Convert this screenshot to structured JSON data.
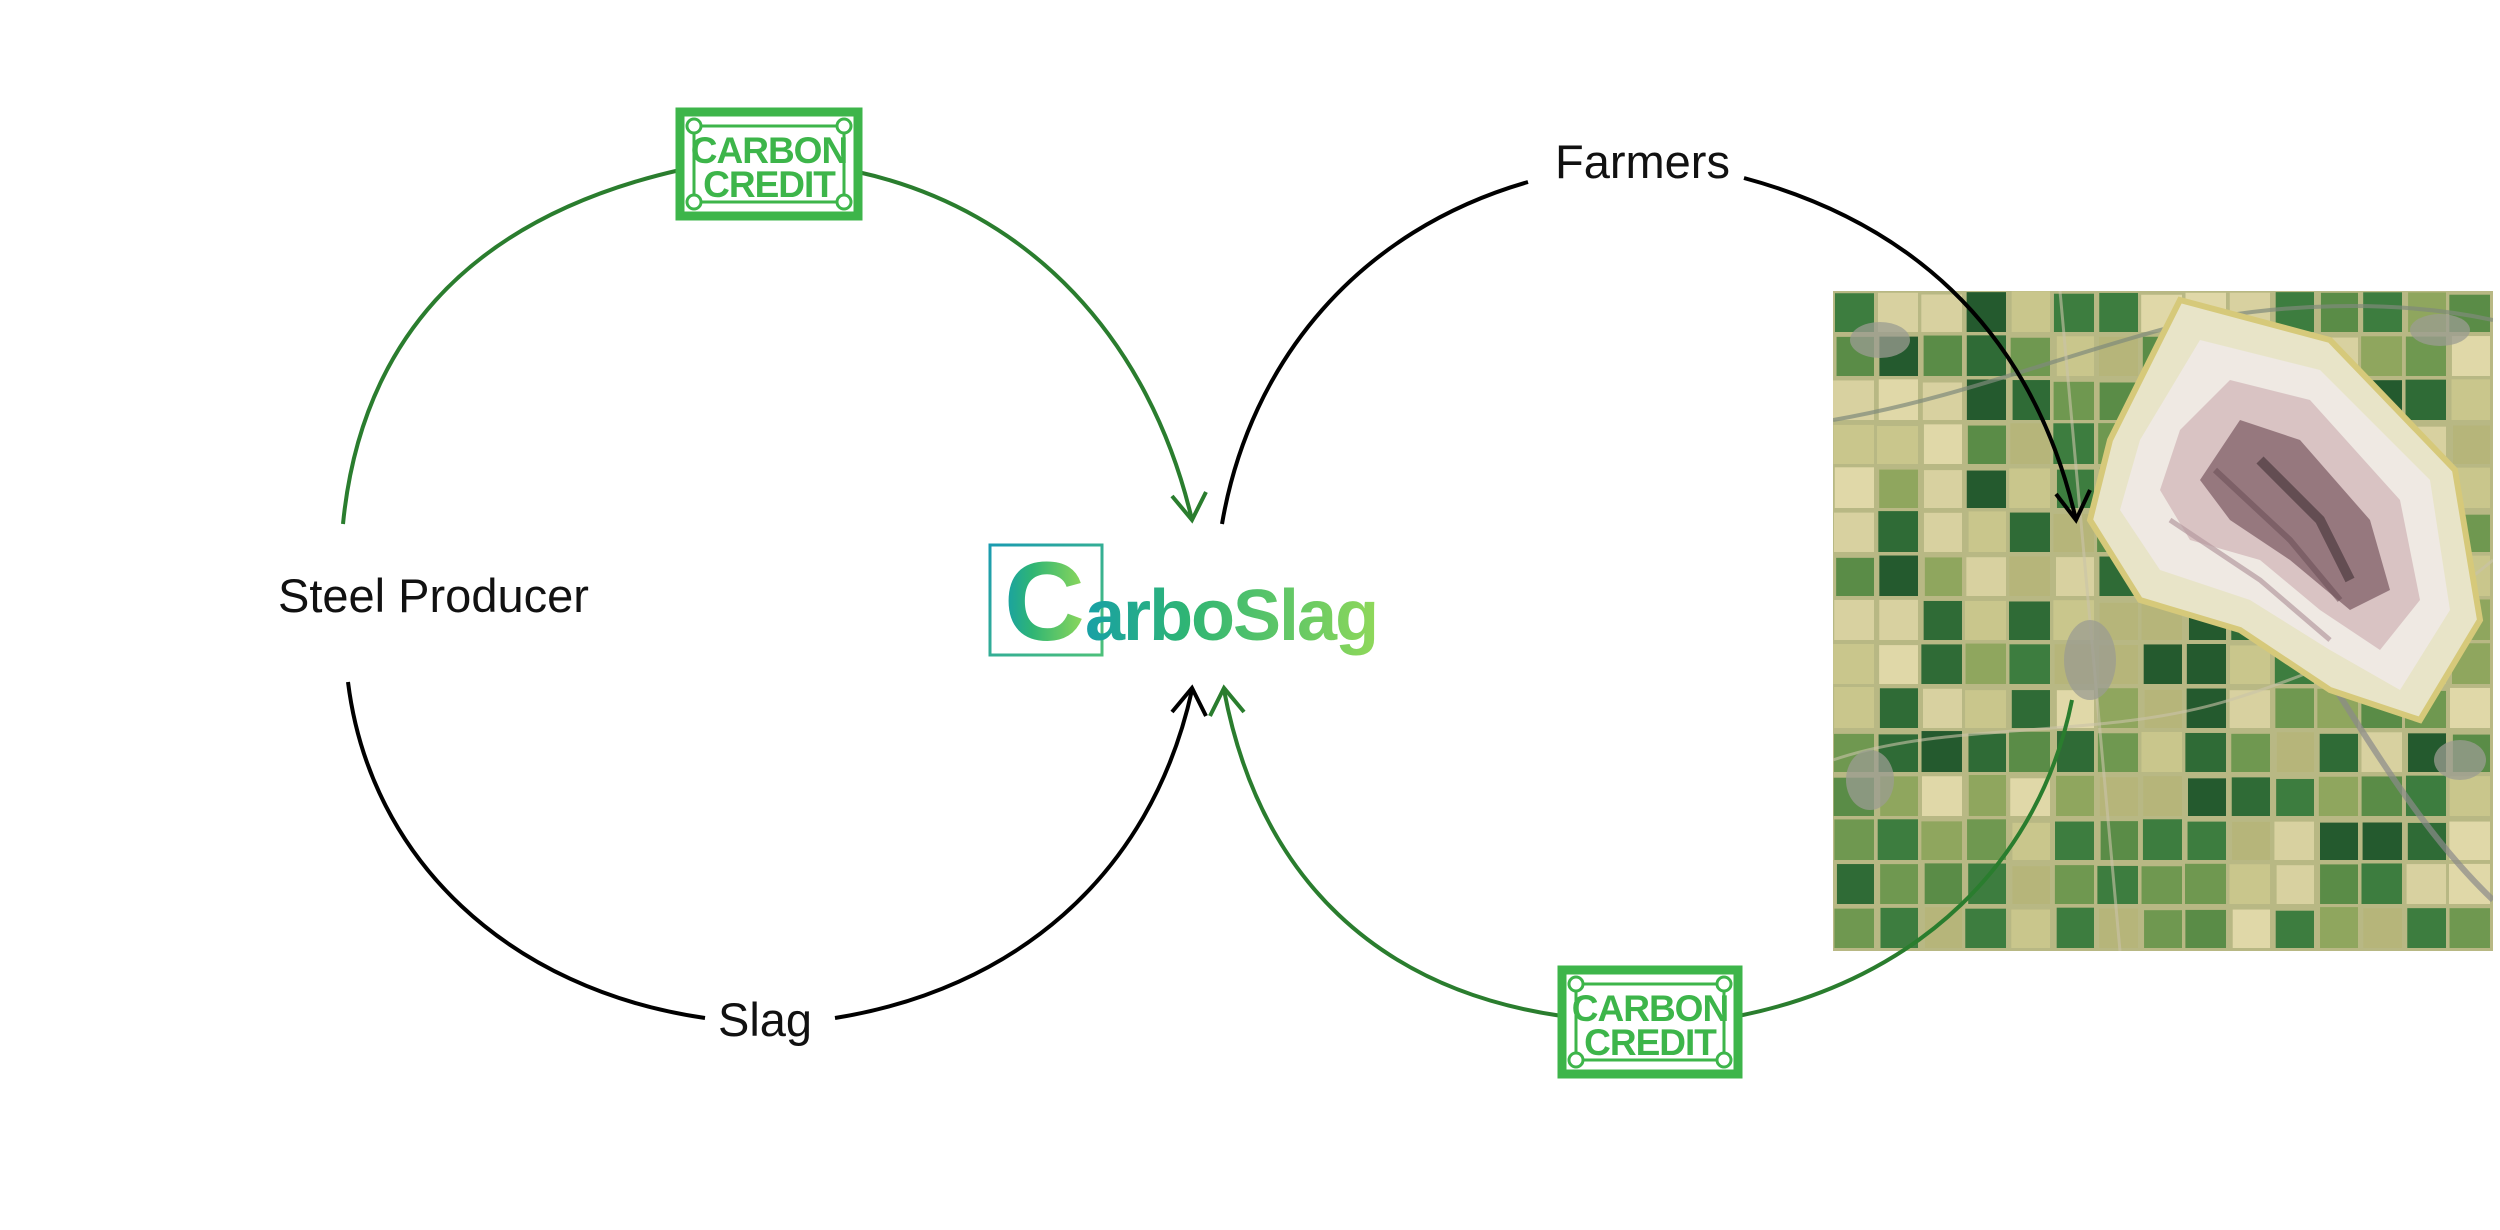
{
  "nodes": {
    "steel_producer": "Steel Producer",
    "slag": "Slag",
    "farmers": "Farmers"
  },
  "logo": {
    "initial": "C",
    "rest": "arboSlag"
  },
  "credit_badges": [
    {
      "line1": "CARBON",
      "line2": "CREDIT"
    },
    {
      "line1": "CARBON",
      "line2": "CREDIT"
    }
  ],
  "colors": {
    "green_flow": "#2a7d2e",
    "black_flow": "#000000",
    "credit_green": "#3db54a",
    "logo_gradient_start": "#1ba3a3",
    "logo_gradient_end": "#8ed45a"
  },
  "image": {
    "subject": "aerial-farmland-with-open-pit-mine"
  }
}
